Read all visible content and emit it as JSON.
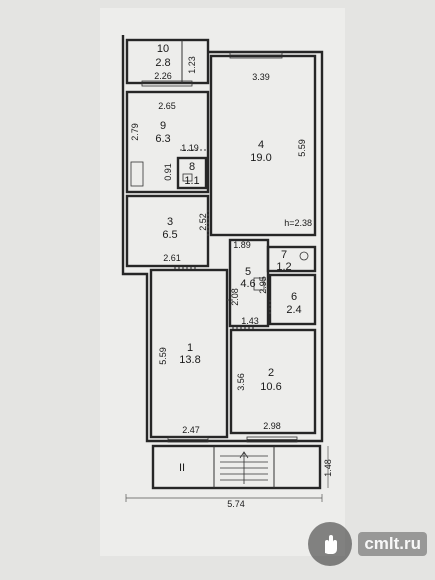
{
  "plan": {
    "rooms": [
      {
        "id": "10",
        "area": "2.8"
      },
      {
        "id": "9",
        "area": "6.3"
      },
      {
        "id": "8",
        "area": "1.1"
      },
      {
        "id": "4",
        "area": "19.0"
      },
      {
        "id": "3",
        "area": "6.5"
      },
      {
        "id": "7",
        "area": "1.2"
      },
      {
        "id": "5",
        "area": "4.6"
      },
      {
        "id": "6",
        "area": "2.4"
      },
      {
        "id": "1",
        "area": "13.8"
      },
      {
        "id": "2",
        "area": "10.6"
      }
    ],
    "dimensions": {
      "r10_right": "1.23",
      "r10_bottom": "2.26",
      "r4_top": "3.39",
      "r4_right": "5.59",
      "r4_height": "h=2.38",
      "r9_top": "2.65",
      "r9_left": "2.79",
      "r8_top": "1.19",
      "r8_left": "0.91",
      "r3_right": "2.52",
      "r3_bottom": "2.61",
      "r5_top": "1.89",
      "r5_right": "2.95",
      "r5_left": "2.08",
      "r5_bottom": "1.43",
      "r1_left": "5.59",
      "r1_bottom": "2.47",
      "r2_left": "3.56",
      "r2_bottom": "2.98",
      "overall_width": "5.74",
      "stair_right": "1.48"
    },
    "stair_mark": "II"
  },
  "watermark": {
    "text": "cmlt.ru",
    "icon": "hand-icon"
  }
}
